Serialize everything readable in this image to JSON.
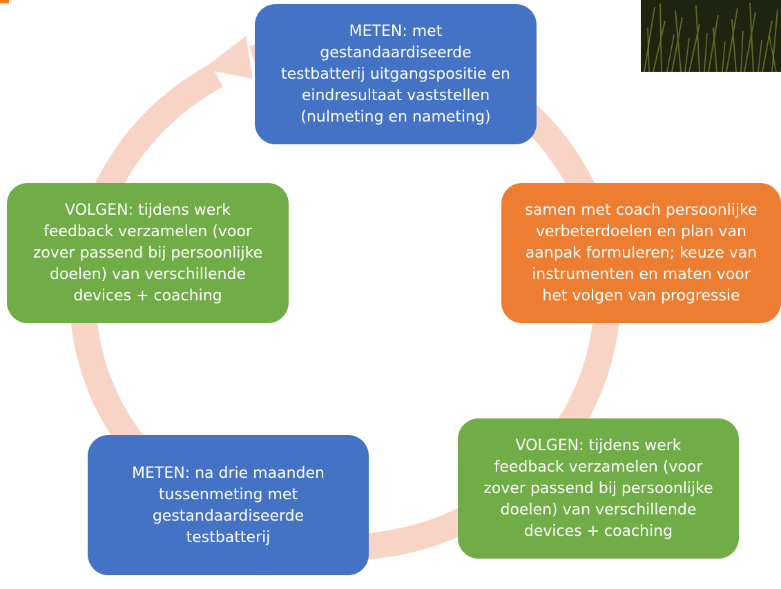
{
  "colors": {
    "meten": "#4472c4",
    "plan": "#ed7d31",
    "volgen": "#70ad47",
    "ring": "#f8d4c6",
    "accent": "#f07d1f"
  },
  "steps": [
    {
      "text": "METEN: met\ngestandaardiseerde\ntestbatterij uitgangspositie en\neindresultaat vaststellen\n(nulmeting en nameting)"
    },
    {
      "text": "samen met coach persoonlijke\nverbeterdoelen en plan van\naanpak  formuleren; keuze van\ninstrumenten en maten voor\nhet volgen van progressie"
    },
    {
      "text": "VOLGEN: tijdens werk\nfeedback verzamelen (voor\nzover passend bij persoonlijke\ndoelen) van verschillende\ndevices + coaching"
    },
    {
      "text": "METEN: na drie maanden\ntussenmeting met\ngestandaardiseerde\ntestbatterij"
    },
    {
      "text": "VOLGEN: tijdens werk\nfeedback verzamelen (voor\nzover passend bij persoonlijke\ndoelen) van verschillende\ndevices + coaching"
    }
  ]
}
